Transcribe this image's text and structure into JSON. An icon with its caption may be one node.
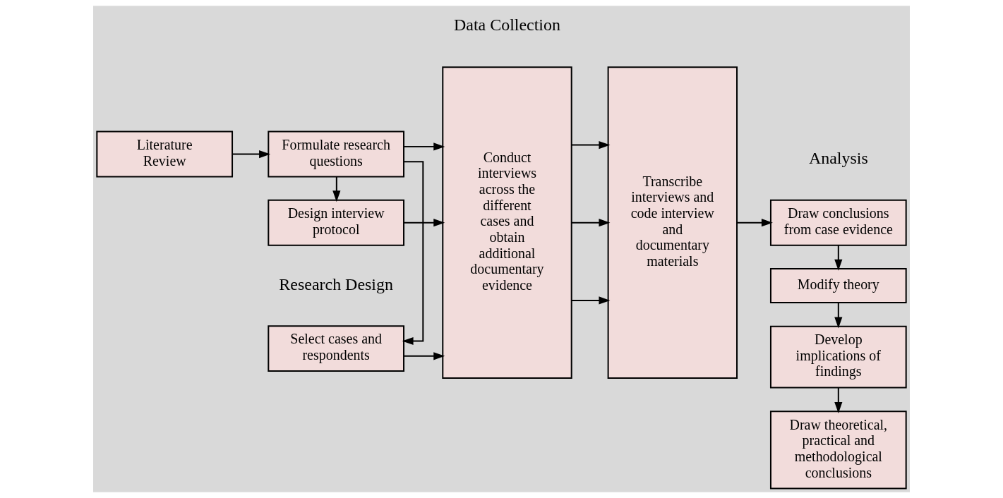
{
  "diagram": {
    "nodes": [
      {
        "text": [
          "Literature Review"
        ]
      },
      {
        "text": [
          "Formulate research questions"
        ]
      },
      {
        "text": [
          "Select cases and respondents"
        ]
      },
      {
        "text": [
          "Design interview protocol"
        ]
      },
      {
        "text": [
          "Conduct interviews across the different cases and obtain additional documentary evidence"
        ]
      },
      {
        "text": [
          "Transcribe interviews and code interview and documentary materials"
        ]
      },
      {
        "text": [
          "Draw conclusions from case evidence"
        ]
      },
      {
        "text": [
          "Modify theory"
        ]
      },
      {
        "text": [
          "Develop implications of findings"
        ]
      },
      {
        "text": [
          "Draw theoretical, practical and methodological conclusions"
        ]
      }
    ],
    "edges": [
      {
        "from": 0,
        "to": 1,
        "arrow": "to"
      },
      {
        "from": 1,
        "to": 2,
        "arrow": "to"
      },
      {
        "from": 1,
        "to": 3,
        "arrow": "to"
      },
      {
        "from": 1,
        "to": 4,
        "arrow": "to"
      },
      {
        "from": 2,
        "to": 4,
        "arrow": "to"
      },
      {
        "from": 3,
        "to": 4,
        "arrow": "to"
      },
      {
        "from": 4,
        "to": 5,
        "arrow": "to"
      },
      {
        "from": 4,
        "to": 5,
        "arrow": "to"
      },
      {
        "from": 4,
        "to": 5,
        "arrow": "to"
      },
      {
        "from": 5,
        "to": 6,
        "arrow": "to"
      },
      {
        "from": 6,
        "to": 7,
        "arrow": "to"
      },
      {
        "from": 7,
        "to": 8,
        "arrow": "to"
      },
      {
        "from": 8,
        "to": 9,
        "arrow": "to"
      }
    ],
    "labels": [
      "Research Design",
      "Data Collection",
      "Analysis"
    ]
  }
}
